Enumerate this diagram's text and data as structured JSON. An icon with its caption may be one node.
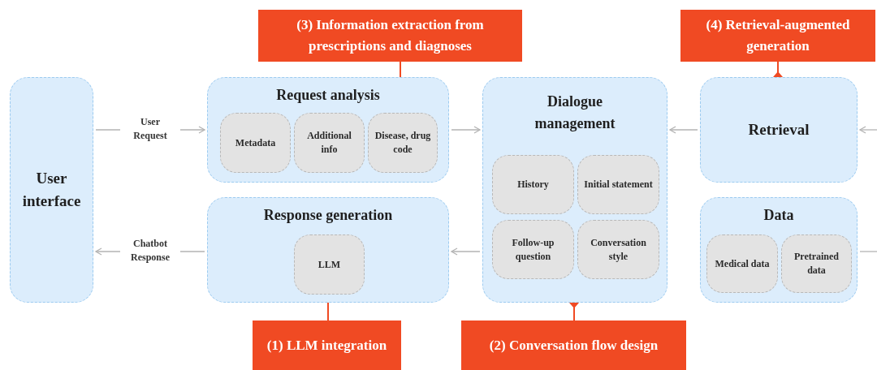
{
  "diagram": {
    "nodes": [
      {
        "text": [
          "User interface"
        ]
      },
      {
        "text": [
          "Request analysis"
        ]
      },
      {
        "text": [
          "Metadata"
        ],
        "in": 1
      },
      {
        "text": [
          "Additional info"
        ],
        "in": 1
      },
      {
        "text": [
          "Disease, drug code"
        ],
        "in": 1
      },
      {
        "text": [
          "Response generation"
        ]
      },
      {
        "text": [
          "LLM"
        ],
        "in": 5
      },
      {
        "text": [
          "Dialogue management"
        ]
      },
      {
        "text": [
          "History"
        ],
        "in": 7
      },
      {
        "text": [
          "Initial statement"
        ],
        "in": 7
      },
      {
        "text": [
          "Follow-up question"
        ],
        "in": 7
      },
      {
        "text": [
          "Conversation style"
        ],
        "in": 7
      },
      {
        "text": [
          "Retrieval"
        ]
      },
      {
        "text": [
          "Data"
        ]
      },
      {
        "text": [
          "Medical data"
        ],
        "in": 13
      },
      {
        "text": [
          "Pretrained data"
        ],
        "in": 13
      },
      {
        "text": [
          "(3) Information extraction from prescriptions and diagnoses"
        ]
      },
      {
        "text": [
          "(4) Retrieval-augmented generation"
        ]
      },
      {
        "text": [
          "(1) LLM integration"
        ]
      },
      {
        "text": [
          "(2) Conversation flow design"
        ]
      }
    ],
    "edges": [
      {
        "from": 0,
        "to": 1,
        "arrow": "to",
        "label": "User Request"
      },
      {
        "from": 1,
        "to": 7,
        "arrow": "to"
      },
      {
        "from": 12,
        "to": 7,
        "arrow": "to"
      },
      {
        "from": null,
        "to": 12,
        "arrow": "to"
      },
      {
        "from": 7,
        "to": 5,
        "arrow": "to"
      },
      {
        "from": 5,
        "to": 0,
        "arrow": "to",
        "label": "Chatbot Response"
      },
      {
        "from": 13,
        "to": null,
        "arrow": "none"
      },
      {
        "from": 16,
        "to": 4,
        "arrow": "other",
        "color": "#f04a23"
      },
      {
        "from": 17,
        "to": 12,
        "arrow": "other",
        "color": "#f04a23"
      },
      {
        "from": 18,
        "to": 6,
        "arrow": "other",
        "color": "#f04a23"
      },
      {
        "from": 19,
        "to": 7,
        "arrow": "other",
        "color": "#f04a23"
      }
    ]
  }
}
